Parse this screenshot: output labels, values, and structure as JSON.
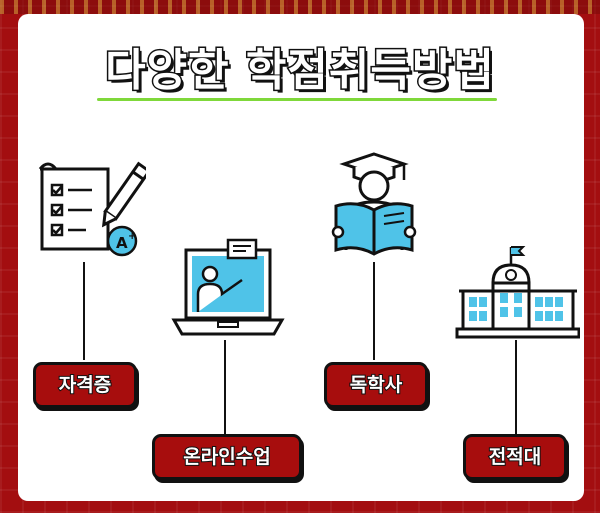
{
  "title": "다양한 학점취득방법",
  "methods": [
    {
      "label": "자격증",
      "icon": "certificate-checklist-icon"
    },
    {
      "label": "온라인수업",
      "icon": "online-class-laptop-icon"
    },
    {
      "label": "독학사",
      "icon": "graduate-reading-book-icon"
    },
    {
      "label": "전적대",
      "icon": "university-building-icon"
    }
  ],
  "colors": {
    "background": "#a30e10",
    "label_fill": "#a70d0d",
    "accent_blue": "#4fc3e8",
    "underline_green": "#7fd83a"
  }
}
